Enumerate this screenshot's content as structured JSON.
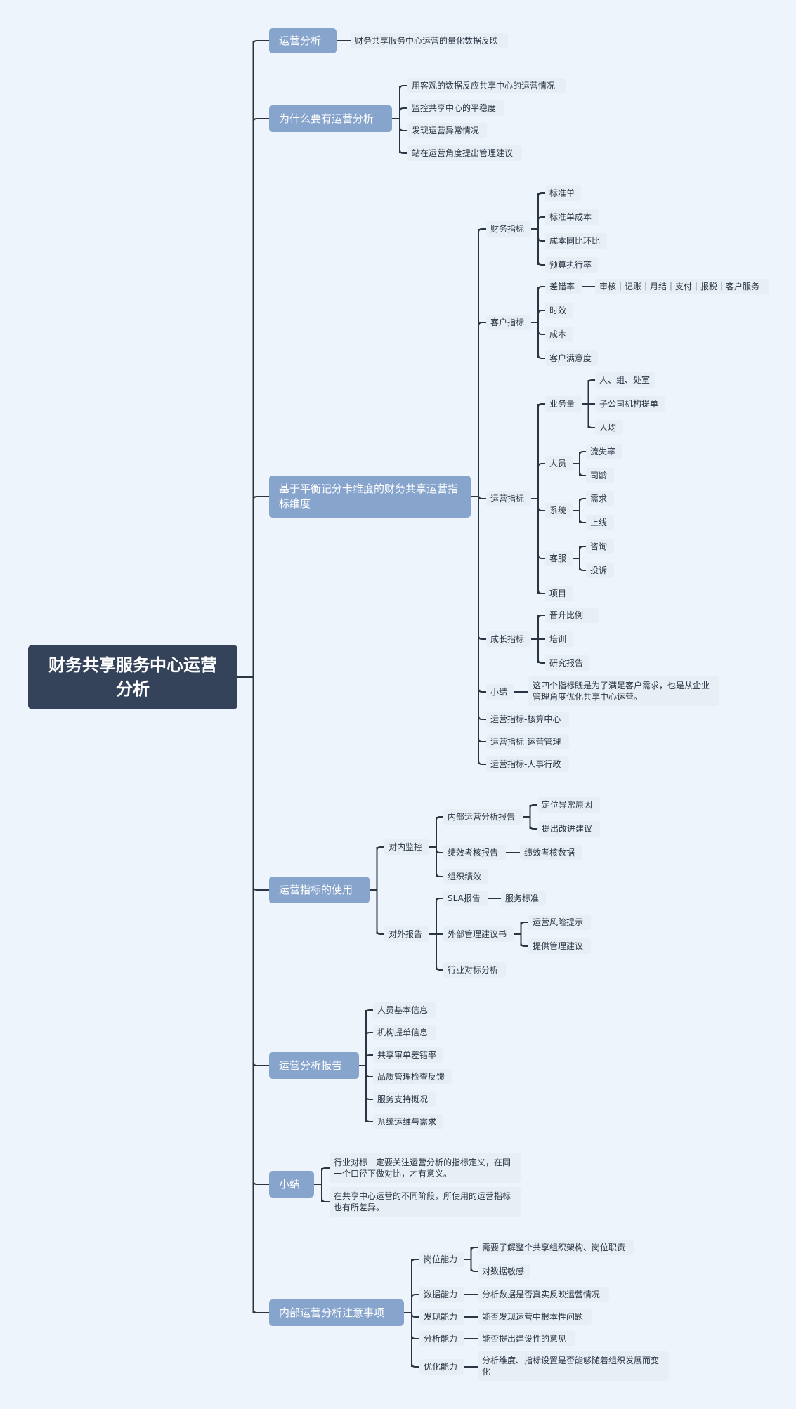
{
  "colors": {
    "background": "#eef4fb",
    "line": "#2a3442",
    "root": "#34435a",
    "main": "#87a5cc",
    "sub": "#e7eef6"
  },
  "root": {
    "label": "财务共享服务中心运营分析"
  },
  "b1": {
    "label": "运营分析",
    "c1": "财务共享服务中心运营的量化数据反映"
  },
  "b2": {
    "label": "为什么要有运营分析",
    "c1": "用客观的数据反应共享中心的运营情况",
    "c2": "监控共享中心的平稳度",
    "c3": "发现运营异常情况",
    "c4": "站在运营角度提出管理建议"
  },
  "b3": {
    "label": "基于平衡记分卡维度的财务共享运营指标维度",
    "fin": {
      "label": "财务指标",
      "c1": "标准单",
      "c2": "标准单成本",
      "c3": "成本同比环比",
      "c4": "预算执行率"
    },
    "cus": {
      "label": "客户指标",
      "err": "差错率",
      "err_detail": "审核｜记账｜月结｜支付｜报税｜客户服务",
      "c2": "时效",
      "c3": "成本",
      "c4": "客户满意度"
    },
    "ops": {
      "label": "运营指标",
      "vol": {
        "label": "业务量",
        "c1": "人、组、处室",
        "c2": "子公司机构提单",
        "c3": "人均"
      },
      "ppl": {
        "label": "人员",
        "c1": "流失率",
        "c2": "司龄"
      },
      "sys": {
        "label": "系统",
        "c1": "需求",
        "c2": "上线"
      },
      "svc": {
        "label": "客服",
        "c1": "咨询",
        "c2": "投诉"
      },
      "proj": "项目"
    },
    "grow": {
      "label": "成长指标",
      "c1": "晋升比例",
      "c2": "培训",
      "c3": "研究报告"
    },
    "summary": {
      "label": "小结",
      "text": "这四个指标既是为了满足客户需求，也是从企业管理角度优化共享中心运营。"
    },
    "x1": "运营指标-核算中心",
    "x2": "运营指标-运营管理",
    "x3": "运营指标-人事行政"
  },
  "b4": {
    "label": "运营指标的使用",
    "internal": {
      "label": "对内监控",
      "report": {
        "label": "内部运营分析报告",
        "c1": "定位异常原因",
        "c2": "提出改进建议"
      },
      "perf": {
        "label": "绩效考核报告",
        "c1": "绩效考核数据"
      },
      "org": "组织绩效"
    },
    "external": {
      "label": "对外报告",
      "sla": {
        "label": "SLA报告",
        "c1": "服务标准"
      },
      "advice": {
        "label": "外部管理建议书",
        "c1": "运营风险提示",
        "c2": "提供管理建议"
      },
      "bench": "行业对标分析"
    }
  },
  "b5": {
    "label": "运营分析报告",
    "c1": "人员基本信息",
    "c2": "机构提单信息",
    "c3": "共享审单差错率",
    "c4": "品质管理检查反馈",
    "c5": "服务支持概况",
    "c6": "系统运维与需求"
  },
  "b6": {
    "label": "小结",
    "c1": "行业对标一定要关注运营分析的指标定义，在同一个口径下做对比，才有意义。",
    "c2": "在共享中心运营的不同阶段，所使用的运营指标也有所差异。"
  },
  "b7": {
    "label": "内部运营分析注意事项",
    "pos": {
      "label": "岗位能力",
      "c1": "需要了解整个共享组织架构、岗位职责",
      "c2": "对数据敏感"
    },
    "data": {
      "label": "数据能力",
      "c1": "分析数据是否真实反映运营情况"
    },
    "find": {
      "label": "发现能力",
      "c1": "能否发现运营中根本性问题"
    },
    "ana": {
      "label": "分析能力",
      "c1": "能否提出建设性的意见"
    },
    "opt": {
      "label": "优化能力",
      "c1": "分析维度、指标设置是否能够随着组织发展而变化"
    }
  }
}
